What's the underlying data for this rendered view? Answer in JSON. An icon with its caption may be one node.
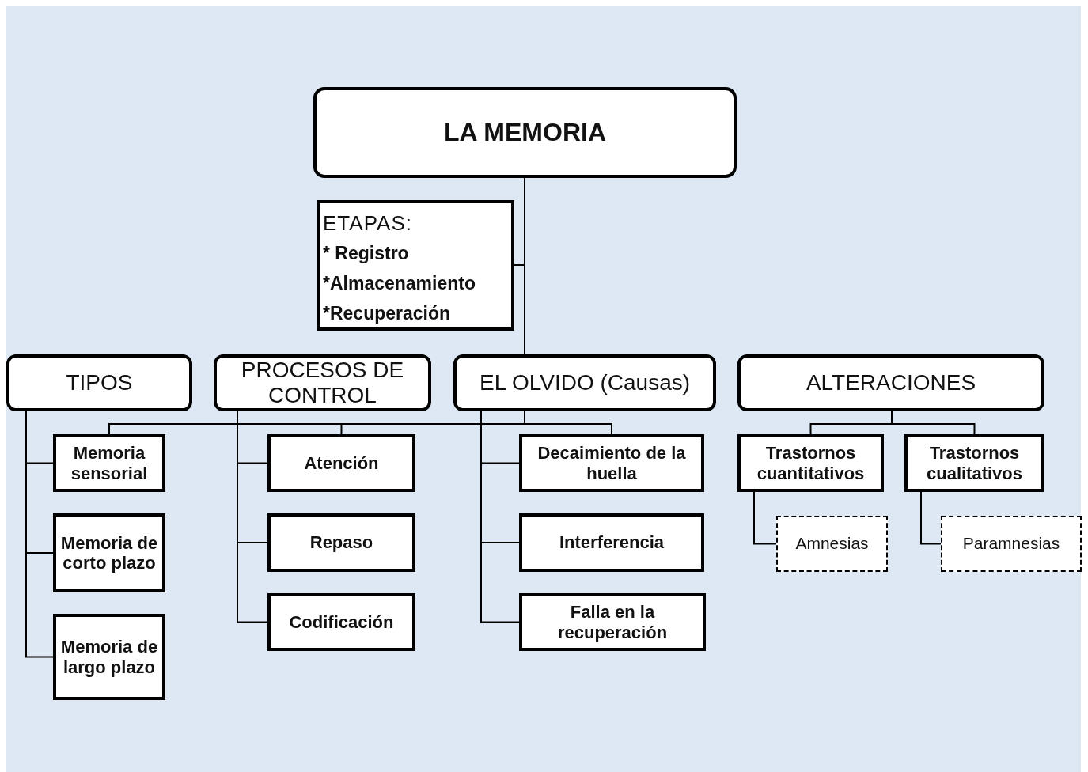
{
  "diagram": {
    "nodes": [
      {
        "text": [
          "LA MEMORIA"
        ]
      },
      {
        "text": [
          "ETAPAS:",
          "* Registro",
          "*Almacenamiento",
          "*Recuperación"
        ]
      },
      {
        "text": [
          "TIPOS"
        ]
      },
      {
        "text": [
          "PROCESOS DE CONTROL"
        ]
      },
      {
        "text": [
          "EL OLVIDO (Causas)"
        ]
      },
      {
        "text": [
          "ALTERACIONES"
        ]
      },
      {
        "text": [
          "Memoria sensorial"
        ]
      },
      {
        "text": [
          "Memoria de corto plazo"
        ]
      },
      {
        "text": [
          "Memoria de largo plazo"
        ]
      },
      {
        "text": [
          "Atención"
        ]
      },
      {
        "text": [
          "Repaso"
        ]
      },
      {
        "text": [
          "Codificación"
        ]
      },
      {
        "text": [
          "Decaimiento de la huella"
        ]
      },
      {
        "text": [
          "Interferencia"
        ]
      },
      {
        "text": [
          "Falla en la recuperación"
        ]
      },
      {
        "text": [
          "Trastornos cuantitativos"
        ]
      },
      {
        "text": [
          "Trastornos cualitativos"
        ]
      },
      {
        "text": [
          "Amnesias"
        ]
      },
      {
        "text": [
          "Paramnesias"
        ]
      }
    ],
    "edges": [
      {
        "from": 0,
        "to": 4,
        "arrow": "none"
      },
      {
        "from": 0,
        "to": 1,
        "arrow": "none"
      },
      {
        "from": 2,
        "to": 6,
        "arrow": "none"
      },
      {
        "from": 2,
        "to": 7,
        "arrow": "none"
      },
      {
        "from": 2,
        "to": 8,
        "arrow": "none"
      },
      {
        "from": 3,
        "to": 9,
        "arrow": "none"
      },
      {
        "from": 3,
        "to": 10,
        "arrow": "none"
      },
      {
        "from": 3,
        "to": 11,
        "arrow": "none"
      },
      {
        "from": 4,
        "to": 12,
        "arrow": "none"
      },
      {
        "from": 4,
        "to": 13,
        "arrow": "none"
      },
      {
        "from": 4,
        "to": 14,
        "arrow": "none"
      },
      {
        "from": 4,
        "to": 6,
        "arrow": "none"
      },
      {
        "from": 4,
        "to": 9,
        "arrow": "none"
      },
      {
        "from": 4,
        "to": 12,
        "arrow": "none"
      },
      {
        "from": 5,
        "to": 15,
        "arrow": "none"
      },
      {
        "from": 5,
        "to": 16,
        "arrow": "none"
      },
      {
        "from": 15,
        "to": 17,
        "arrow": "none"
      },
      {
        "from": 16,
        "to": 18,
        "arrow": "none"
      }
    ]
  }
}
